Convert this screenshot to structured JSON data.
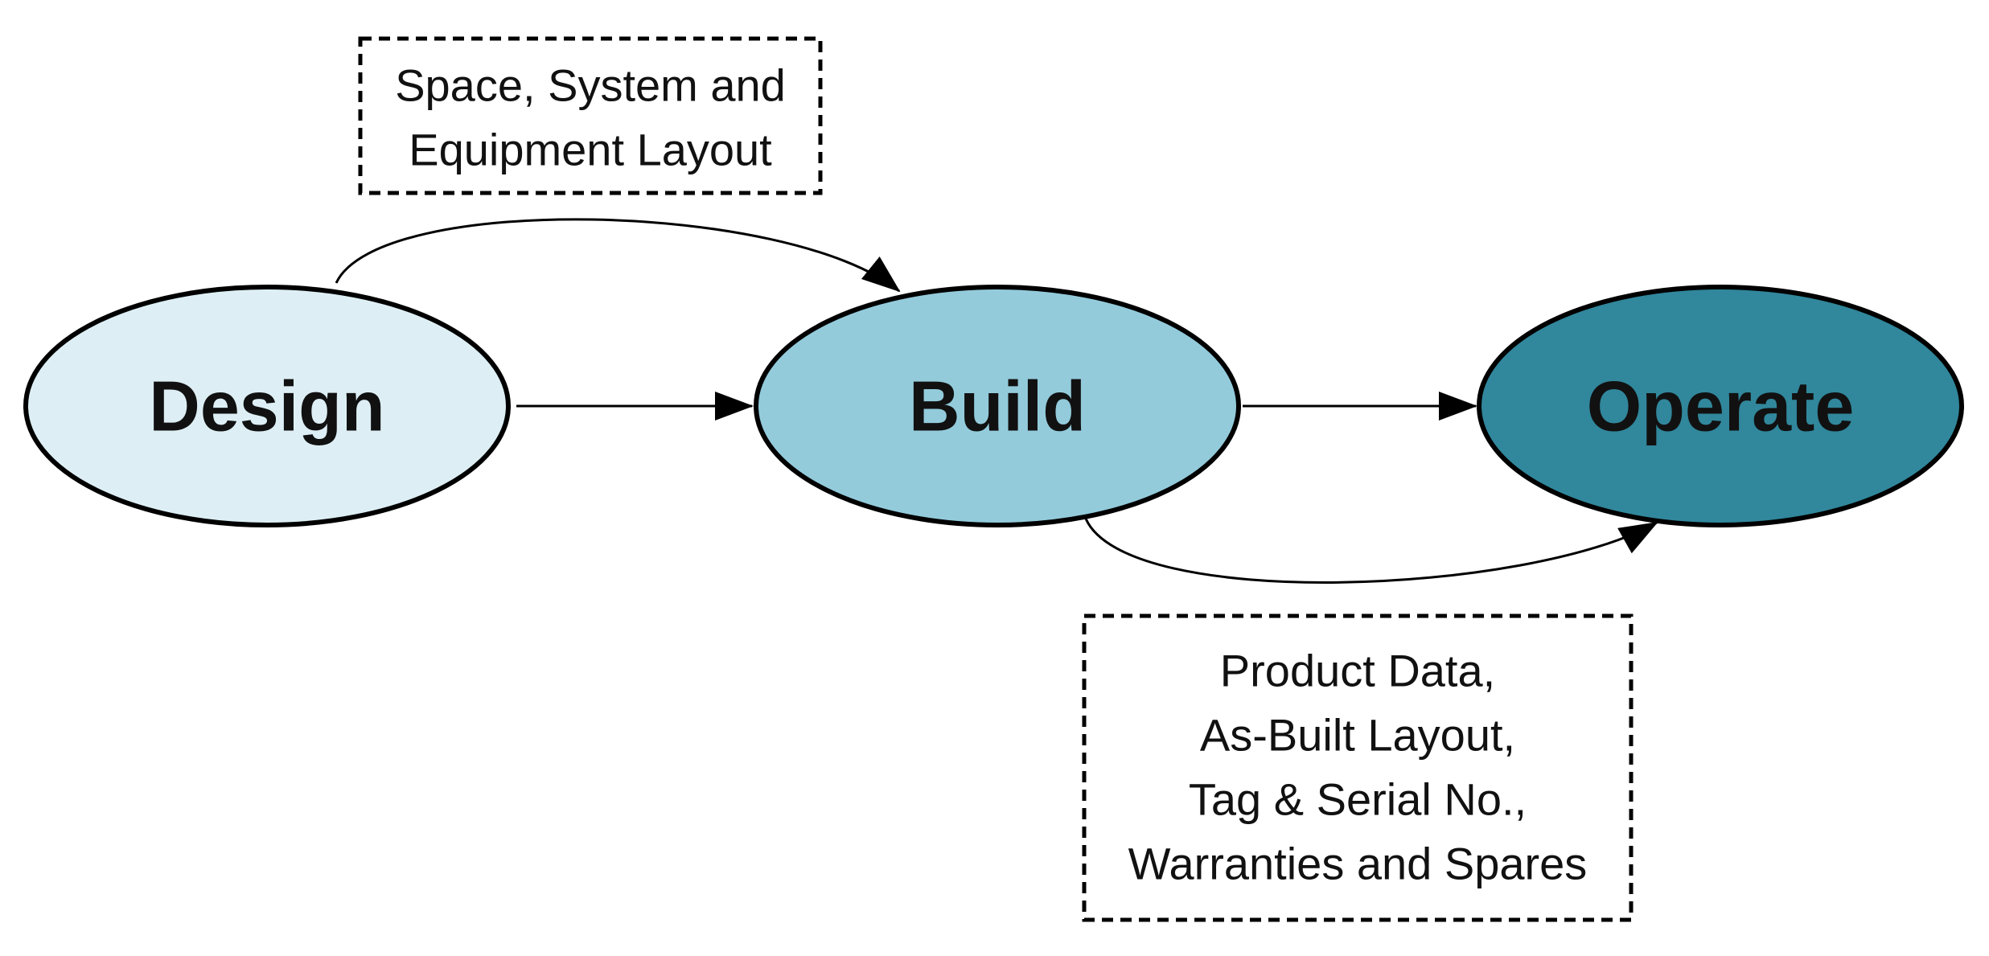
{
  "nodes": {
    "design": {
      "label": "Design",
      "fill": "#DDEFF5"
    },
    "build": {
      "label": "Build",
      "fill": "#93CBDB"
    },
    "operate": {
      "label": "Operate",
      "fill": "#31879C"
    }
  },
  "notes": {
    "design_to_build": {
      "lines": [
        "Space, System and",
        "Equipment Layout"
      ]
    },
    "build_to_operate": {
      "lines": [
        "Product Data,",
        "As-Built Layout,",
        "Tag & Serial No.,",
        "Warranties and Spares"
      ]
    }
  },
  "edges": [
    {
      "from": "Design",
      "to": "Build"
    },
    {
      "from": "Build",
      "to": "Operate"
    },
    {
      "from": "Design",
      "to": "Build",
      "style": "curved"
    },
    {
      "from": "Build",
      "to": "Operate",
      "style": "curved"
    }
  ]
}
